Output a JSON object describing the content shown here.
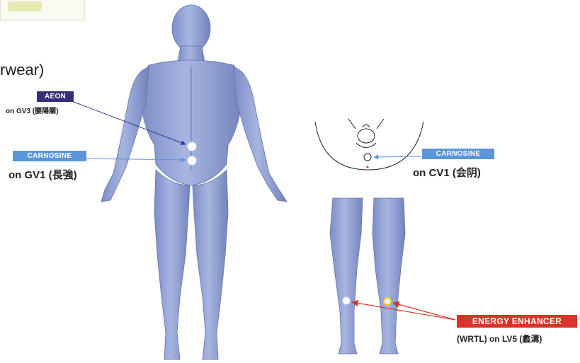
{
  "heading": {
    "text": "rwear)"
  },
  "labels": {
    "aeon": {
      "tag": "AEON",
      "caption": "on GV3 (腰陽關)",
      "color": "#332f78"
    },
    "carnosine_gv1": {
      "tag": "CARNOSINE",
      "caption": "on GV1 (長強)",
      "color": "#5b95da"
    },
    "carnosine_cv1": {
      "tag": "CARNOSINE",
      "caption": "on CV1 (会阴)",
      "color": "#5b95da"
    },
    "energy": {
      "tag": "ENERGY ENHANCER",
      "caption": "(WRTL) on LV5 (蠡溝)",
      "color": "#d8352a"
    }
  },
  "colors": {
    "body": "#93a3d4",
    "body_shadow": "#6f80b8",
    "arrow_blue": "#2b3a9c",
    "arrow_light": "#5b95da",
    "arrow_red": "#d8352a",
    "point_yellow": "#f3c21a"
  }
}
